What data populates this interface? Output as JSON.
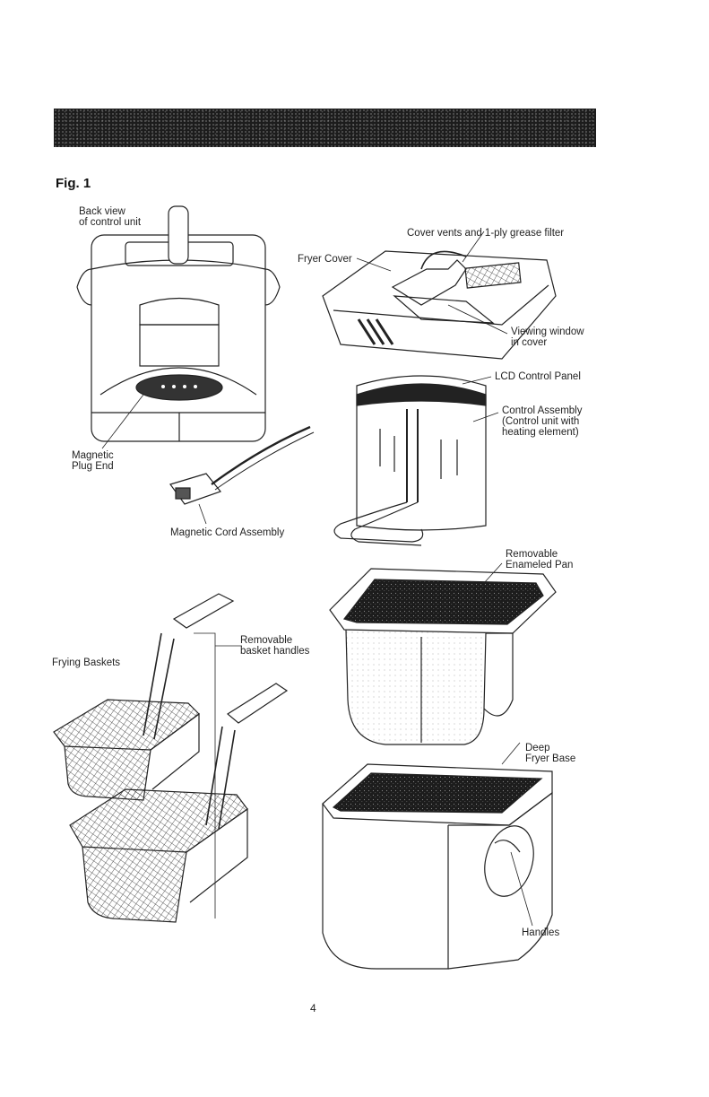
{
  "figure": {
    "label": "Fig. 1"
  },
  "labels": {
    "back_view_line1": "Back view",
    "back_view_line2": "of control unit",
    "magnetic_plug_line1": "Magnetic",
    "magnetic_plug_line2": "Plug End",
    "magnetic_cord": "Magnetic Cord Assembly",
    "fryer_cover": "Fryer Cover",
    "cover_vents": "Cover vents and 1-ply grease filter",
    "viewing_window_line1": "Viewing window",
    "viewing_window_line2": "in cover",
    "lcd_panel": "LCD Control Panel",
    "control_assembly_line1": "Control Assembly",
    "control_assembly_line2": "(Control unit with",
    "control_assembly_line3": "heating element)",
    "removable_pan_line1": "Removable",
    "removable_pan_line2": "Enameled Pan",
    "frying_baskets": "Frying Baskets",
    "basket_handles_line1": "Removable",
    "basket_handles_line2": "basket handles",
    "deep_fryer_line1": "Deep",
    "deep_fryer_line2": "Fryer Base",
    "handles": "Handles"
  },
  "page": {
    "number": "4"
  }
}
